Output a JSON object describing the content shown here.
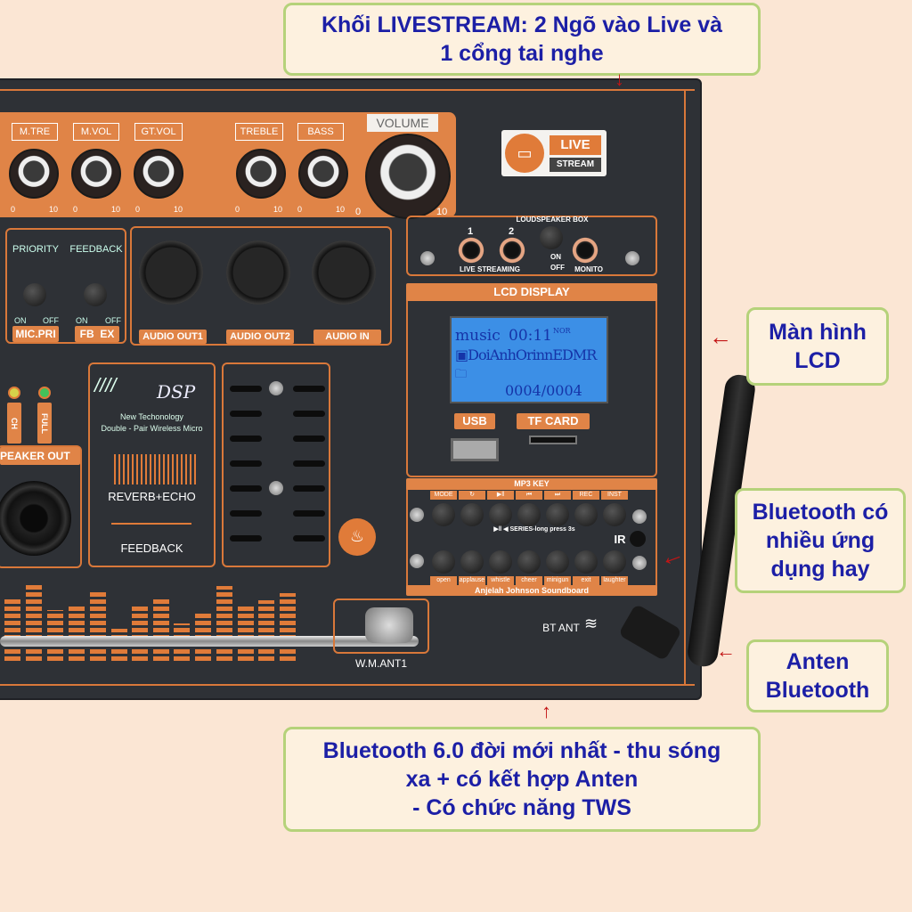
{
  "callouts": {
    "livestream": [
      "Khối LIVESTREAM: 2 Ngõ vào Live và",
      "1 cổng tai nghe"
    ],
    "lcd": [
      "Màn hình",
      "LCD"
    ],
    "bluetooth_apps": [
      "Bluetooth có",
      "nhiều ứng",
      "dụng hay"
    ],
    "antenna": [
      "Anten",
      "Bluetooth"
    ],
    "bluetooth6": [
      "Bluetooth 6.0 đời mới nhất - thu sóng",
      "xa + có kết hợp Anten",
      "- Có chức năng TWS"
    ]
  },
  "panel": {
    "knobs": [
      "M.TRE",
      "M.VOL",
      "GT.VOL",
      "TREBLE",
      "BASS"
    ],
    "knob_min": "0",
    "knob_max": "10",
    "volume": "VOLUME",
    "live_logo": {
      "top": "LIVE",
      "bottom": "STREAM"
    },
    "switches": [
      {
        "title": "PRIORITY",
        "on": "ON",
        "off": "OFF",
        "label": "MIC.PRI"
      },
      {
        "title": "FEEDBACK",
        "on": "ON",
        "off": "OFF",
        "label": "FB  EX"
      }
    ],
    "xlr": [
      "AUDIO OUT1",
      "AUDIO OUT2",
      "AUDIO IN"
    ],
    "loudspeaker_box": "LOUDSPEAKER BOX",
    "jack1": "1",
    "jack2": "2",
    "live_streaming": "LIVE STREAMING",
    "on": "ON",
    "off": "OFF",
    "monito": "MONITO",
    "lcd_title": "LCD DISPLAY",
    "lcd": {
      "mode": "music",
      "time": "00:11",
      "eq": "NOR",
      "track": "DoiAnhOrinnEDMR",
      "counter": "0004/0004"
    },
    "usb": "USB",
    "tf": "TF CARD",
    "leds": [
      "CH",
      "FULL"
    ],
    "speaker_out": "PEAKER OUT",
    "dsp": {
      "logo": "DSP",
      "line1": "New Techonology",
      "line2": "Double - Pair Wireless Micro",
      "reverb": "REVERB+ECHO",
      "feedback": "FEEDBACK"
    },
    "mp3": {
      "title": "MP3 KEY",
      "keys": [
        "MODE",
        "↻",
        "▶‖",
        "⏮",
        "⏭",
        "REC",
        "INST"
      ],
      "hint": "▶‖ ◀ SERIES-long press 3s",
      "ir": "IR",
      "sounds": [
        "open",
        "applause",
        "whistle",
        "cheer",
        "minigun",
        "exit",
        "laughter"
      ],
      "footer": "Anjelah Johnson Soundboard"
    },
    "bt_ant": "BT ANT",
    "wm_ant": "W.M.ANT1"
  }
}
